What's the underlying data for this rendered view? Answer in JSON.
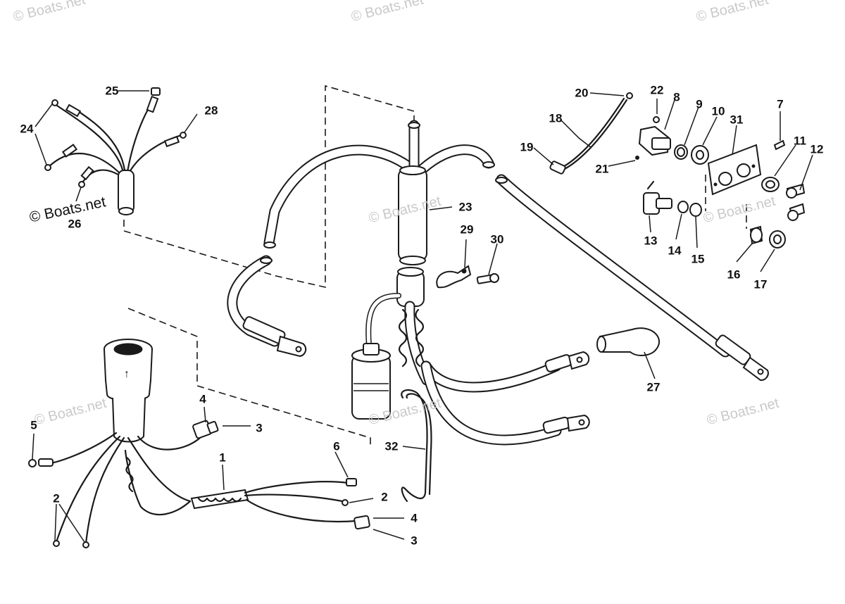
{
  "watermark": "© Boats.net",
  "callouts": {
    "c1": "1",
    "c2a": "2",
    "c2b": "2",
    "c3a": "3",
    "c3b": "3",
    "c4a": "4",
    "c4b": "4",
    "c5": "5",
    "c6": "6",
    "c7": "7",
    "c8": "8",
    "c9": "9",
    "c10": "10",
    "c11": "11",
    "c12": "12",
    "c13": "13",
    "c14": "14",
    "c15": "15",
    "c16": "16",
    "c17": "17",
    "c18": "18",
    "c19": "19",
    "c20": "20",
    "c21": "21",
    "c22": "22",
    "c23": "23",
    "c24": "24",
    "c25": "25",
    "c26": "26",
    "c27": "27",
    "c28": "28",
    "c29": "29",
    "c30": "30",
    "c31": "31",
    "c32": "32"
  }
}
